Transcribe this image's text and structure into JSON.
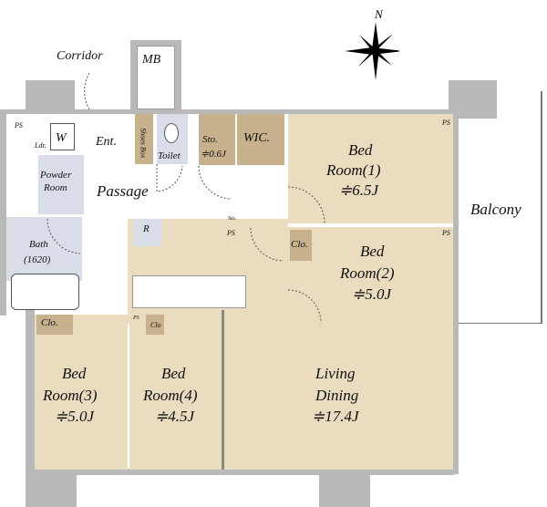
{
  "compass": {
    "label": "N"
  },
  "rooms": {
    "corridor": "Corridor",
    "mb": "MB",
    "ps1": "PS",
    "w": "W",
    "ldr": "Ldr.",
    "ent": "Ent.",
    "shoes_box": "Shoes Box",
    "toilet": "Toilet",
    "sto_name": "Sto.",
    "sto_size": "≑0.6J",
    "wic": "WIC.",
    "powder_1": "Powder",
    "powder_2": "Room",
    "passage": "Passage",
    "bath_1": "Bath",
    "bath_2": "(1620)",
    "r": "R",
    "sto_small": "Sto.",
    "ps2": "PS",
    "ps3": "PS",
    "ps4": "PS",
    "ps5": "PS",
    "bed1_1": "Bed",
    "bed1_2": "Room(1)",
    "bed1_3": "≑6.5J",
    "bed2_1": "Bed",
    "bed2_2": "Room(2)",
    "bed2_3": "≑5.0J",
    "clo2": "Clo.",
    "balcony": "Balcony",
    "clo3": "Clo.",
    "clo4": "Clo",
    "bed3_1": "Bed",
    "bed3_2": "Room(3)",
    "bed3_3": "≑5.0J",
    "bed4_1": "Bed",
    "bed4_2": "Room(4)",
    "bed4_3": "≑4.5J",
    "ld_1": "Living",
    "ld_2": "Dining",
    "ld_3": "≑17.4J"
  }
}
